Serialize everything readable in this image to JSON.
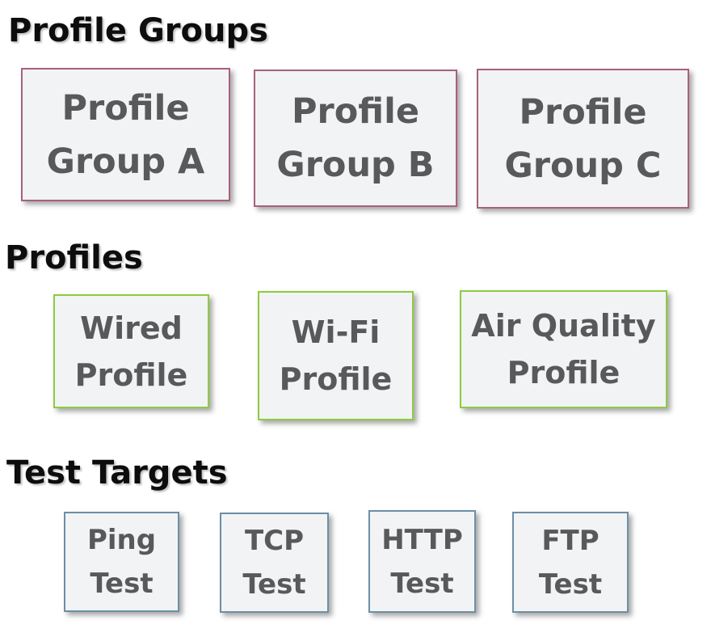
{
  "colors": {
    "group_border": "#a8607e",
    "profile_border": "#8ccc3f",
    "target_border": "#6c8fa6",
    "box_fill": "#f2f3f5",
    "box_text": "#58595b",
    "title_text": "#0d0d0d"
  },
  "sections": {
    "profile_groups": {
      "title": "Profile Groups",
      "items": [
        {
          "line1": "Profile",
          "line2": "Group A"
        },
        {
          "line1": "Profile",
          "line2": "Group B"
        },
        {
          "line1": "Profile",
          "line2": "Group C"
        }
      ]
    },
    "profiles": {
      "title": "Profiles",
      "items": [
        {
          "line1": "Wired",
          "line2": "Profile"
        },
        {
          "line1": "Wi-Fi",
          "line2": "Profile"
        },
        {
          "line1": "Air Quality",
          "line2": "Profile"
        }
      ]
    },
    "test_targets": {
      "title": "Test Targets",
      "items": [
        {
          "line1": "Ping",
          "line2": "Test"
        },
        {
          "line1": "TCP",
          "line2": "Test"
        },
        {
          "line1": "HTTP",
          "line2": "Test"
        },
        {
          "line1": "FTP",
          "line2": "Test"
        }
      ]
    }
  }
}
